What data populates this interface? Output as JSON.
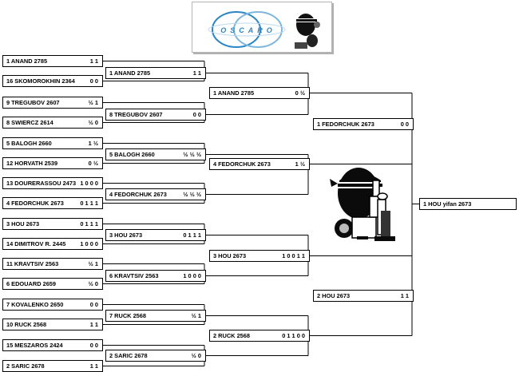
{
  "sponsor": {
    "logo_text": "OSCARO"
  },
  "round1": [
    {
      "name": "1 ANAND  2785",
      "score": "1 1"
    },
    {
      "name": "16 SKOMOROKHIN  2364",
      "score": "0 0"
    },
    {
      "name": "9 TREGUBOV 2607",
      "score": "½ 1"
    },
    {
      "name": "8 SWIERCZ  2614",
      "score": "½ 0"
    },
    {
      "name": "5 BALOGH  2660",
      "score": "1 ½"
    },
    {
      "name": "12 HORVATH 2539",
      "score": "0 ½"
    },
    {
      "name": "13 DOURERASSOU 2473",
      "score": "1 0 0 0"
    },
    {
      "name": "4 FEDORCHUK  2673",
      "score": "0 1 1 1"
    },
    {
      "name": "3 HOU  2673",
      "score": "0 1 1 1"
    },
    {
      "name": "14 DIMITROV R. 2445",
      "score": "1 0 0 0"
    },
    {
      "name": "11 KRAVTSIV 2563",
      "score": "½ 1"
    },
    {
      "name": "6 EDOUARD  2659",
      "score": "½ 0"
    },
    {
      "name": "7 KOVALENKO 2650",
      "score": "0 0"
    },
    {
      "name": "10 RUCK 2568",
      "score": "1 1"
    },
    {
      "name": "15 MESZAROS 2424",
      "score": "0 0"
    },
    {
      "name": "2 SARIC 2678",
      "score": "1 1"
    }
  ],
  "round2": [
    {
      "name": "1 ANAND  2785",
      "score": "1 1"
    },
    {
      "name": "8 TREGUBOV 2607",
      "score": "0 0"
    },
    {
      "name": "5 BALOGH  2660",
      "score": "½ ½ ½"
    },
    {
      "name": "4 FEDORCHUK  2673",
      "score": "½ ½ ½"
    },
    {
      "name": "3 HOU  2673",
      "score": "0 1 1 1"
    },
    {
      "name": "6 KRAVTSIV 2563",
      "score": "1 0 0 0"
    },
    {
      "name": "7 RUCK 2568",
      "score": "½ 1"
    },
    {
      "name": "2 SARIC 2678",
      "score": "½ 0"
    }
  ],
  "round3": [
    {
      "name": "1 ANAND  2785",
      "score": "0 ½"
    },
    {
      "name": "4 FEDORCHUK  2673",
      "score": "1 ½"
    },
    {
      "name": "3 HOU  2673",
      "score": "1 0 0 1 1"
    },
    {
      "name": "2 RUCK 2568",
      "score": "0 1 1 0 0"
    }
  ],
  "round4": [
    {
      "name": "1 FEDORCHUK  2673",
      "score": "0 0"
    },
    {
      "name": "2 HOU  2673",
      "score": "1 1"
    }
  ],
  "winner": {
    "name": "1 HOU  yifan  2673",
    "score": ""
  }
}
